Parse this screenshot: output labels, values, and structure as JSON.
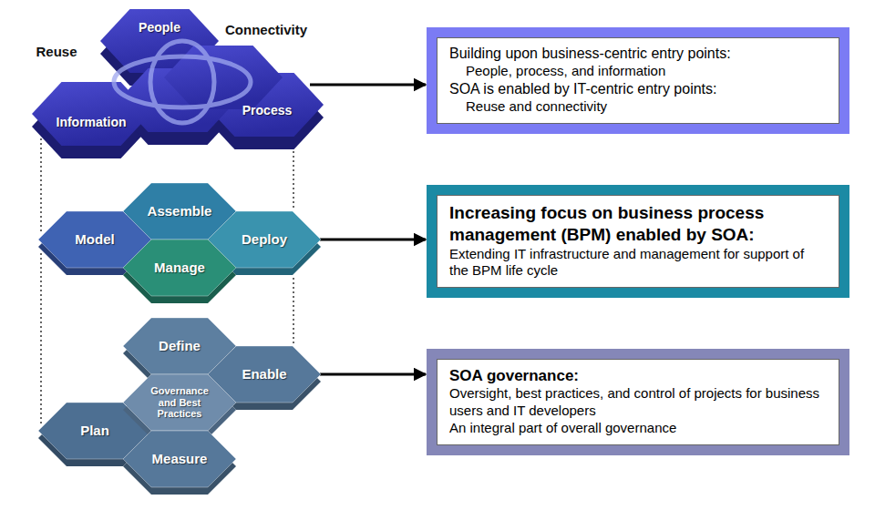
{
  "diagram": {
    "nodes": [
      {
        "text": [
          "People",
          "Information",
          "Process"
        ]
      },
      {
        "text": [
          "Assemble"
        ]
      },
      {
        "text": [
          "Deploy"
        ]
      },
      {
        "text": [
          "Model"
        ]
      },
      {
        "text": [
          "Manage"
        ]
      },
      {
        "text": [
          "Define"
        ]
      },
      {
        "text": [
          "Enable"
        ]
      },
      {
        "text": [
          "Plan"
        ]
      },
      {
        "text": [
          "Governance and Best Practices"
        ]
      },
      {
        "text": [
          "Measure"
        ]
      },
      {
        "text": [
          "Building upon business-centric entry points:",
          "People, process, and information",
          "SOA is enabled by IT-centric entry points:",
          "Reuse and connectivity"
        ]
      },
      {
        "text": [
          "Increasing focus on business process management (BPM) enabled by SOA:",
          "Extending IT infrastructure and management for support of the BPM life cycle"
        ]
      },
      {
        "text": [
          "SOA governance:",
          "Oversight, best practices, and control of projects for business users and IT developers",
          "An integral part of overall governance"
        ]
      }
    ],
    "edges": [
      {
        "from": 0,
        "to": 10,
        "arrow": "to"
      },
      {
        "from": 2,
        "to": 11,
        "arrow": "to"
      },
      {
        "from": 6,
        "to": 12,
        "arrow": "to"
      }
    ],
    "labels": [
      "Reuse",
      "Connectivity"
    ]
  }
}
